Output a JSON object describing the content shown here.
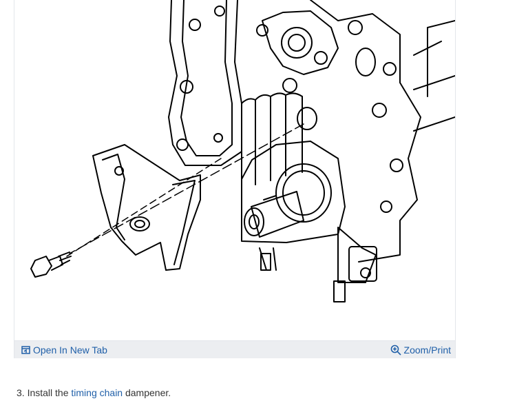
{
  "figure": {
    "illustration_icon": "engine-timing-diagram",
    "toolbar": {
      "open_tab_icon": "open-new-tab-icon",
      "open_tab_label": "Open In New Tab",
      "zoom_icon": "zoom-plus-icon",
      "zoom_label": "Zoom/Print"
    }
  },
  "caption": {
    "step_prefix": "3. Install the ",
    "link_text": "timing chain",
    "suffix": " dampener."
  },
  "colors": {
    "link": "#1f5fa8",
    "toolbar_bg": "#eceef1",
    "text": "#333333"
  }
}
